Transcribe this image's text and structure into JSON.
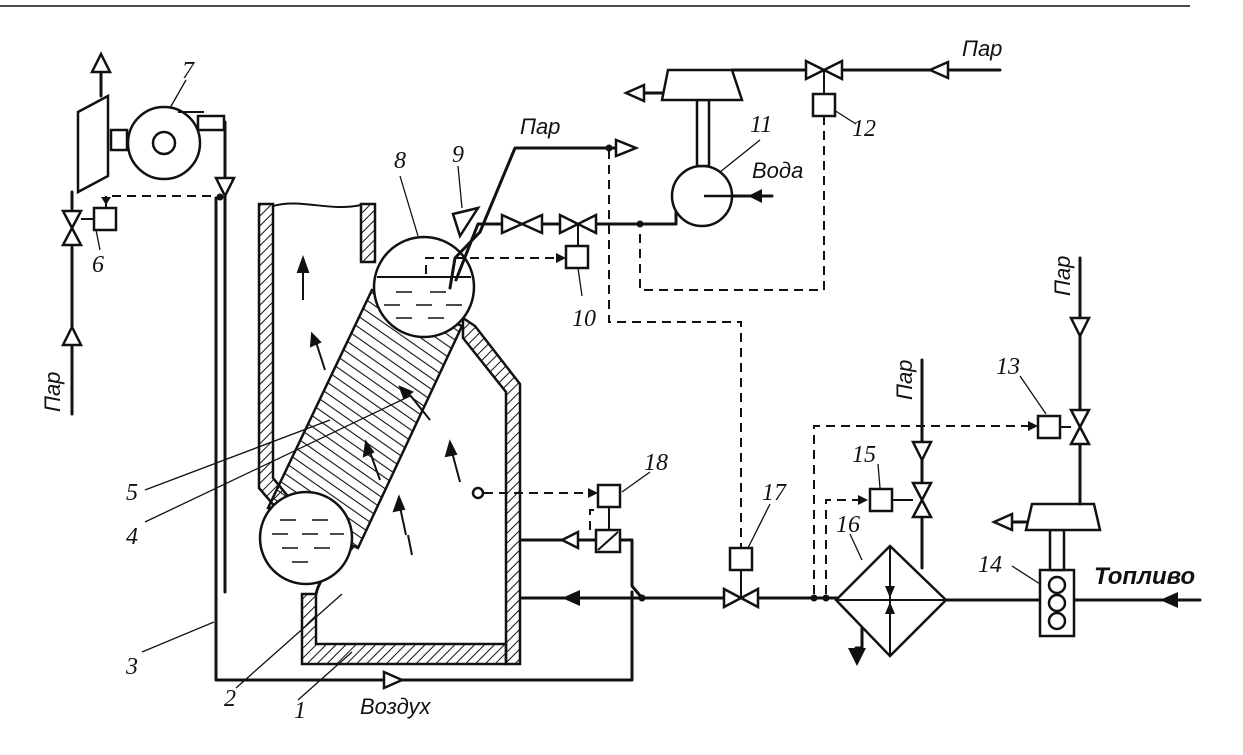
{
  "labels": {
    "n1": "1",
    "n2": "2",
    "n3": "3",
    "n4": "4",
    "n5": "5",
    "n6": "6",
    "n7": "7",
    "n8": "8",
    "n9": "9",
    "n10": "10",
    "n11": "11",
    "n12": "12",
    "n13": "13",
    "n14": "14",
    "n15": "15",
    "n16": "16",
    "n17": "17",
    "n18": "18"
  },
  "media": {
    "steam_top_right": "Пар",
    "steam_boiler": "Пар",
    "steam_left": "Пар",
    "steam_right_1": "Пар",
    "steam_right_2": "Пар",
    "water": "Вода",
    "air": "Воздух",
    "fuel": "Топливо"
  }
}
